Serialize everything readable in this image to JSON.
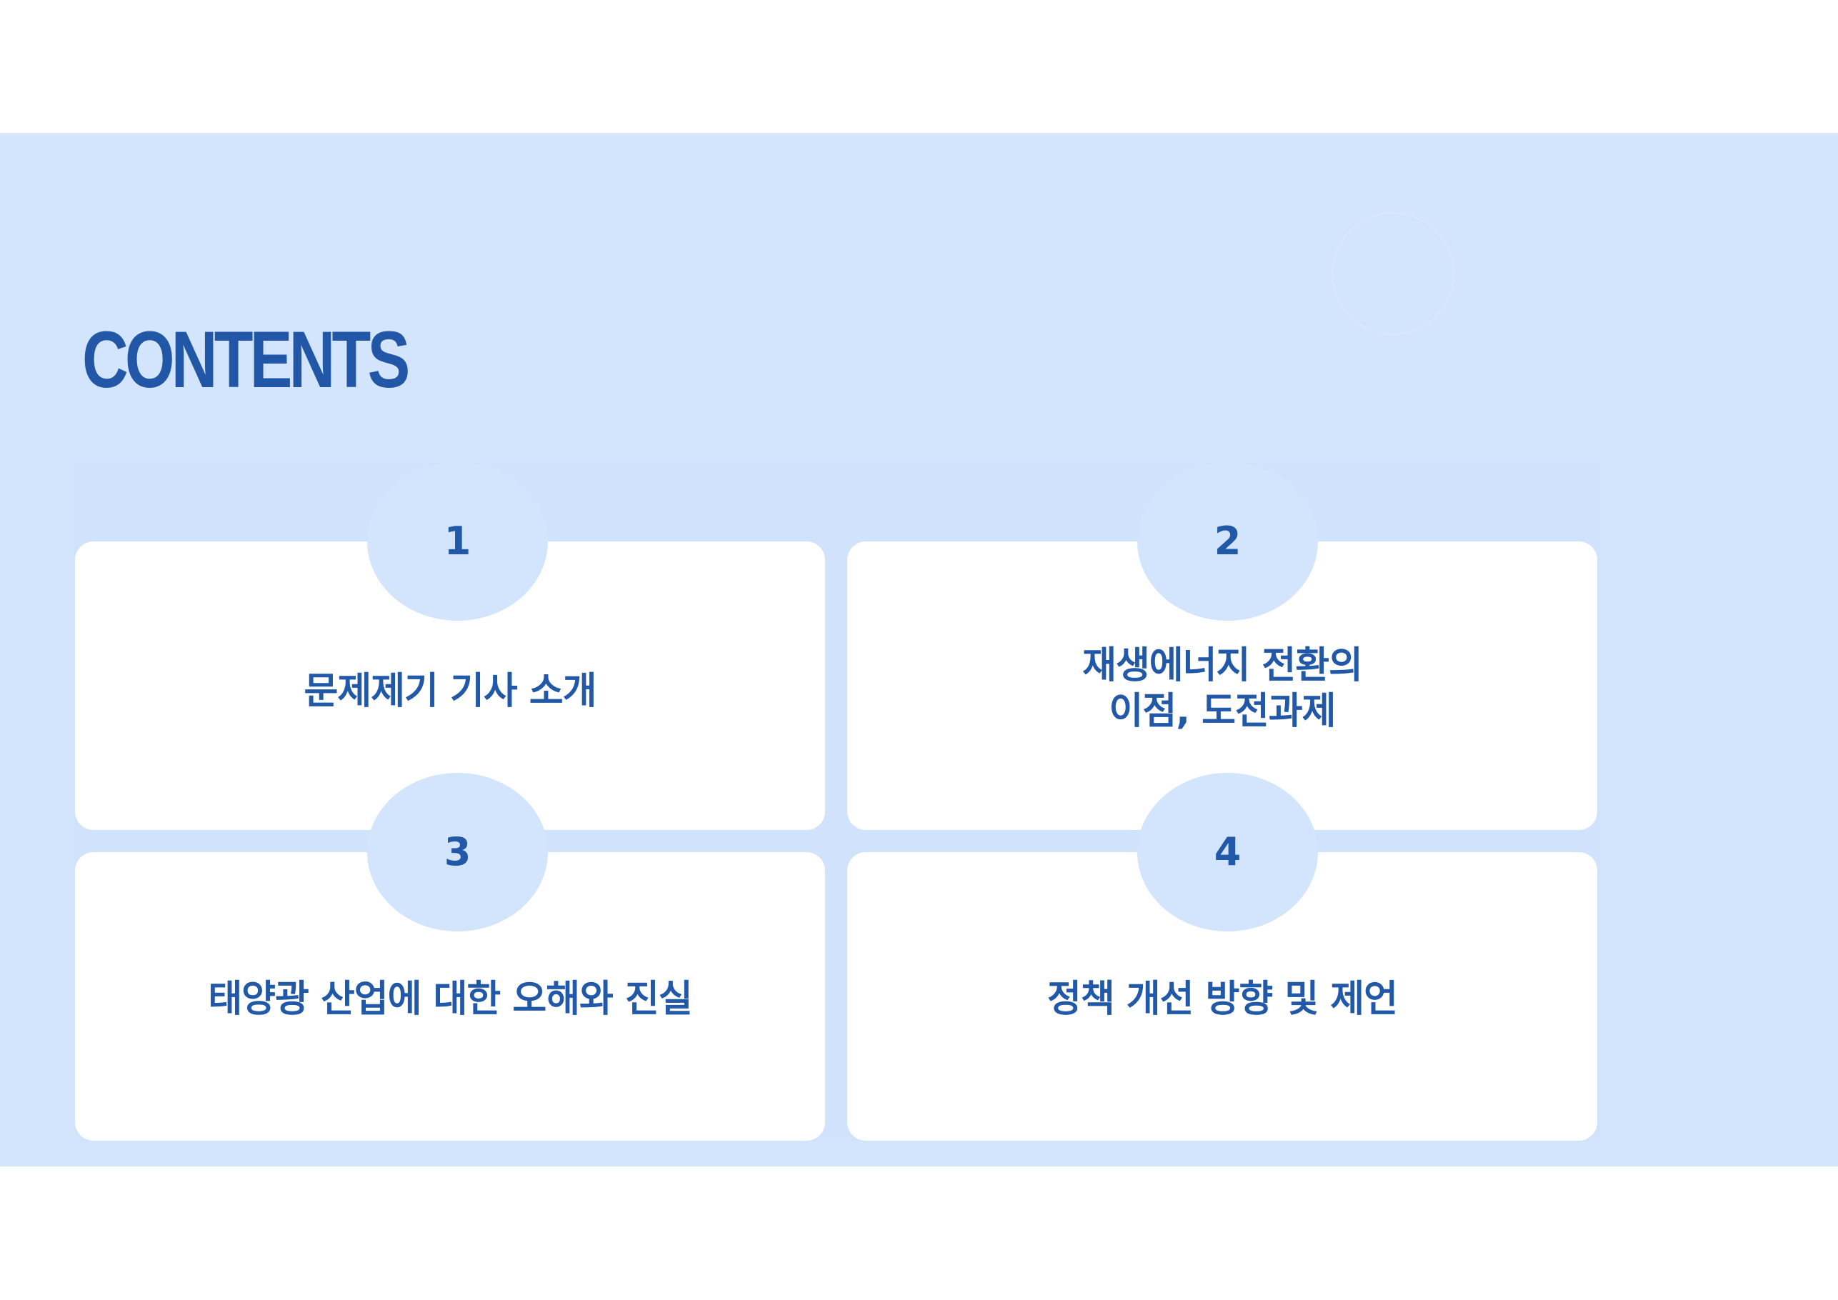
{
  "slide": {
    "title": "CONTENTS",
    "colors": {
      "background_band": "#d3e4fd",
      "card": "#ffffff",
      "accent_text": "#2158a8"
    }
  },
  "sections": [
    {
      "number": "1",
      "label": "문제제기 기사 소개"
    },
    {
      "number": "2",
      "label": "재생에너지 전환의\n이점, 도전과제"
    },
    {
      "number": "3",
      "label": "태양광 산업에 대한 오해와 진실"
    },
    {
      "number": "4",
      "label": "정책 개선 방향 및 제언"
    }
  ]
}
